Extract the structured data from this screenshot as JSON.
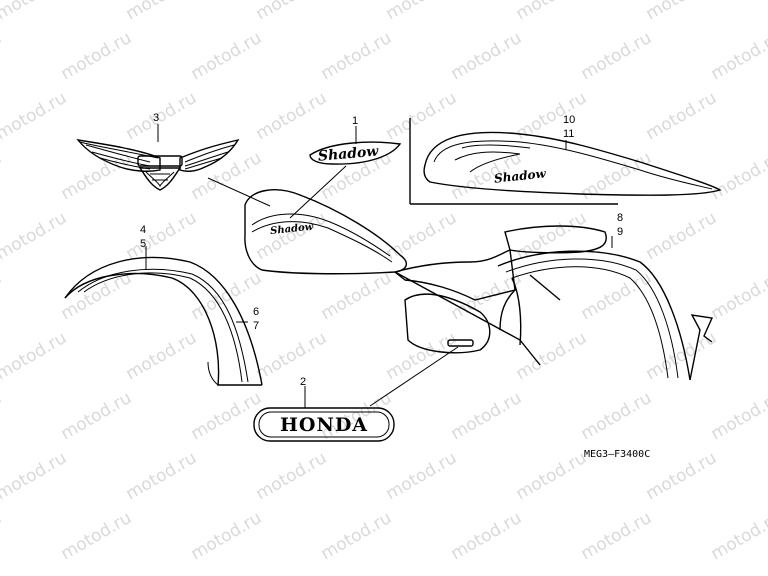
{
  "watermark": {
    "text": "motod.ru",
    "color": "#d9d9d9"
  },
  "callouts": {
    "c1": "1",
    "c2": "2",
    "c3": "3",
    "c4": "4",
    "c5": "5",
    "c6": "6",
    "c7": "7",
    "c8": "8",
    "c9": "9",
    "c10": "10",
    "c11": "11"
  },
  "emblems": {
    "shadow_script": "Shadow",
    "honda_plate": "HONDA"
  },
  "diagram_code": "MEG3—F3400C",
  "icons": {
    "wing_emblem": "winged-emblem-icon",
    "shadow_badge": "shadow-script-badge-icon",
    "honda_badge": "honda-badge-icon"
  }
}
